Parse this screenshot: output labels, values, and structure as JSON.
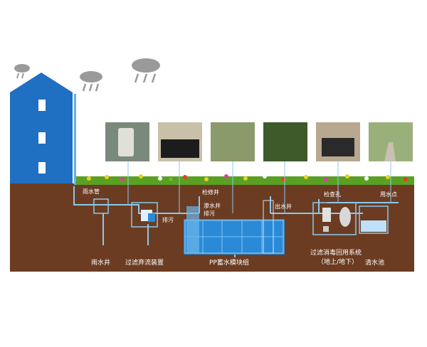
{
  "labels": {
    "rain_pipe": "雨水管",
    "rain_well": "雨水井",
    "filter_device": "过滤弃流装置",
    "discharge": "排污",
    "inspection_well": "检修井",
    "seepage_well": "渗水井",
    "discharge2": "排污",
    "storage_module": "PP蓄水模块组",
    "outlet_well": "出水井",
    "inspection_hole": "检查孔",
    "disinfection_line1": "过滤消毒回用系统",
    "disinfection_line2": "（地上/地下）",
    "water_point": "用水点",
    "clear_pool": "清水池"
  },
  "photos": [
    {
      "subject": "filter-canister"
    },
    {
      "subject": "black-tank"
    },
    {
      "subject": "grass-lawn"
    },
    {
      "subject": "plants-greenery"
    },
    {
      "subject": "equipment-pit"
    },
    {
      "subject": "garden-path"
    }
  ],
  "colors": {
    "sky_blue": "#1f6fc2",
    "soil": "#6b3c22",
    "grass": "#5aa025",
    "pipe": "#8cc8ec",
    "water": "#2a8ad8",
    "cloud": "#9a9a9a"
  },
  "icons": [
    "house-icon",
    "cloud-icon",
    "flower-icon"
  ]
}
